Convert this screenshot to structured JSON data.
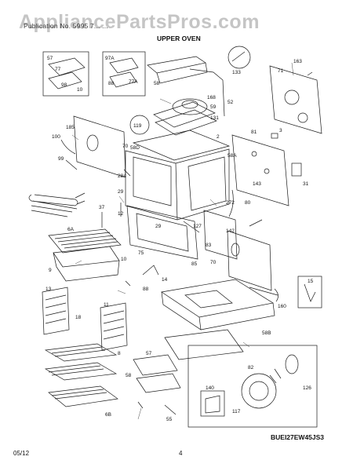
{
  "header": {
    "subtitle": "Publication No. 5995 7... ...",
    "title": "UPPER OVEN",
    "watermark": "AppliancePartsPros.com"
  },
  "footer": {
    "date": "05/12",
    "page": "4",
    "model": "BUEI27EW45JS3"
  },
  "parts": [
    "57",
    "97A",
    "77",
    "98",
    "77A",
    "88",
    "10",
    "163",
    "133",
    "71",
    "58",
    "59",
    "52",
    "168",
    "131",
    "119",
    "2",
    "58D",
    "185",
    "100",
    "99",
    "70",
    "58A",
    "3",
    "81",
    "284",
    "31",
    "29",
    "37",
    "12",
    "272",
    "80",
    "143",
    "29",
    "127",
    "142",
    "6A",
    "75",
    "85",
    "83",
    "10",
    "9",
    "88",
    "14",
    "15",
    "70",
    "160",
    "11",
    "18",
    "13",
    "58B",
    "8",
    "57",
    "58",
    "82",
    "126",
    "140",
    "117",
    "6B",
    "55"
  ],
  "colors": {
    "line": "#1a1a1a",
    "shade": "#8a8a8a",
    "watermark": "#969696"
  }
}
